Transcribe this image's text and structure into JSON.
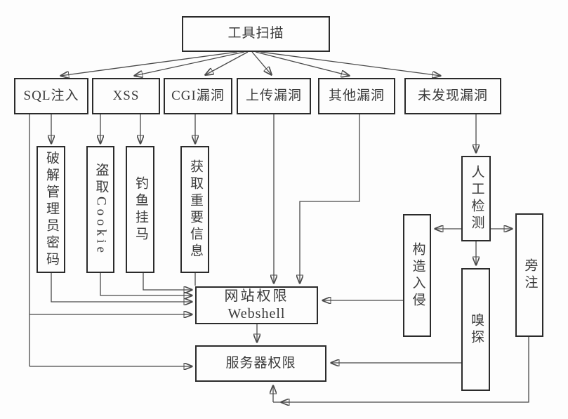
{
  "diagram": {
    "description": "Web penetration attack flow chart starting from tool scanning",
    "colors": {
      "border": "#2b2b2b",
      "line": "#4a4a4a",
      "text": "#3a3a3a",
      "background": "#fdfdfd"
    }
  },
  "nodes": {
    "tool_scan": {
      "label": "工具扫描"
    },
    "sql_injection": {
      "label": "SQL注入"
    },
    "xss": {
      "label": "XSS"
    },
    "cgi_vuln": {
      "label": "CGI漏洞"
    },
    "upload_vuln": {
      "label": "上传漏洞"
    },
    "other_vuln": {
      "label": "其他漏洞"
    },
    "no_vuln_found": {
      "label": "未发现漏洞"
    },
    "crack_admin_pwd": {
      "label": "破解管理员密码"
    },
    "steal_cookie": {
      "label": "盗取Cookie"
    },
    "phishing_trojan": {
      "label": "钓鱼挂马"
    },
    "get_key_info": {
      "label": "获取重要信息"
    },
    "manual_detect": {
      "label": "人工检测"
    },
    "construct_intrude": {
      "label": "构造入侵"
    },
    "sniffing": {
      "label": "嗅探"
    },
    "side_note": {
      "label": "旁注"
    },
    "webshell": {
      "label_line1": "网站权限",
      "label_line2": "Webshell"
    },
    "server_privilege": {
      "label": "服务器权限"
    }
  },
  "edges": [
    {
      "from": "tool_scan",
      "to": "sql_injection"
    },
    {
      "from": "tool_scan",
      "to": "xss"
    },
    {
      "from": "tool_scan",
      "to": "cgi_vuln"
    },
    {
      "from": "tool_scan",
      "to": "upload_vuln"
    },
    {
      "from": "tool_scan",
      "to": "other_vuln"
    },
    {
      "from": "tool_scan",
      "to": "no_vuln_found"
    },
    {
      "from": "sql_injection",
      "to": "crack_admin_pwd"
    },
    {
      "from": "sql_injection",
      "to": "webshell"
    },
    {
      "from": "sql_injection",
      "to": "server_privilege"
    },
    {
      "from": "xss",
      "to": "steal_cookie"
    },
    {
      "from": "xss",
      "to": "phishing_trojan"
    },
    {
      "from": "cgi_vuln",
      "to": "get_key_info"
    },
    {
      "from": "upload_vuln",
      "to": "webshell"
    },
    {
      "from": "other_vuln",
      "to": "webshell"
    },
    {
      "from": "no_vuln_found",
      "to": "manual_detect"
    },
    {
      "from": "crack_admin_pwd",
      "to": "webshell"
    },
    {
      "from": "steal_cookie",
      "to": "webshell"
    },
    {
      "from": "phishing_trojan",
      "to": "webshell"
    },
    {
      "from": "get_key_info",
      "to": "webshell"
    },
    {
      "from": "manual_detect",
      "to": "construct_intrude"
    },
    {
      "from": "manual_detect",
      "to": "side_note"
    },
    {
      "from": "manual_detect",
      "to": "sniffing"
    },
    {
      "from": "construct_intrude",
      "to": "webshell"
    },
    {
      "from": "sniffing",
      "to": "server_privilege"
    },
    {
      "from": "side_note",
      "to": "server_privilege"
    },
    {
      "from": "webshell",
      "to": "server_privilege"
    }
  ]
}
